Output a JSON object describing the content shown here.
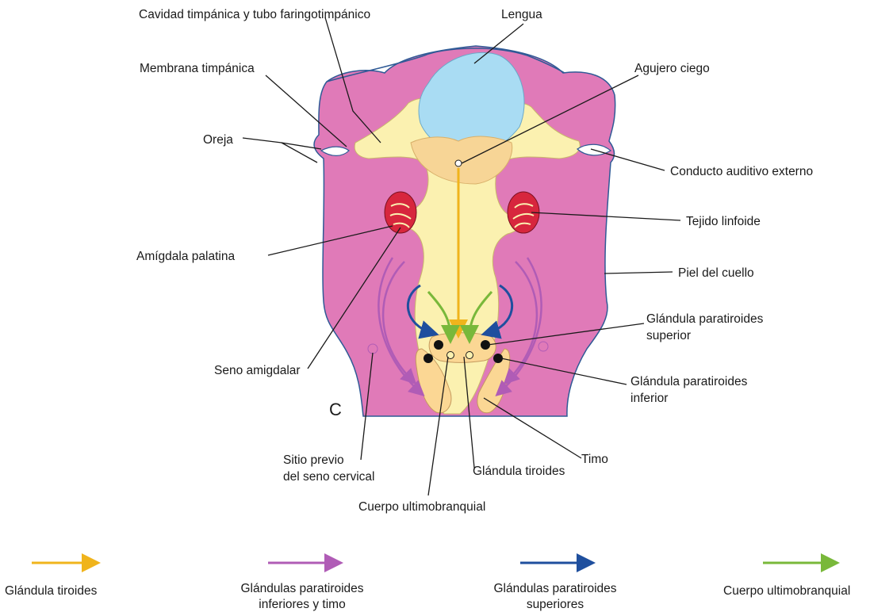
{
  "panel_letter": "C",
  "colors": {
    "neck_skin": "#e07ab8",
    "pharynx": "#fbf1b0",
    "tongue": "#a9dcf3",
    "foramen_area": "#f7d596",
    "tonsil": "#d7263d",
    "outline": "#2f5a96",
    "thyroid_arrow": "#f0b41c",
    "parathyroid_inferior_thymus_arrow": "#b05cb6",
    "parathyroid_superior_arrow": "#1f4f9e",
    "ultimobranchial_arrow": "#79b83a"
  },
  "labels": {
    "cavidad": "Cavidad timpánica y tubo faringotimpánico",
    "lengua": "Lengua",
    "membrana": "Membrana timpánica",
    "agujero": "Agujero ciego",
    "oreja": "Oreja",
    "conducto": "Conducto auditivo externo",
    "tejido": "Tejido linfoide",
    "amigdala": "Amígdala palatina",
    "piel": "Piel del cuello",
    "paratiroides_superior_1": "Glándula paratiroides",
    "paratiroides_superior_2": "superior",
    "seno_amigdalar": "Seno amigdalar",
    "paratiroides_inferior_1": "Glándula paratiroides",
    "paratiroides_inferior_2": "inferior",
    "sitio_1": "Sitio previo",
    "sitio_2": "del seno cervical",
    "timo": "Timo",
    "tiroides": "Glándula tiroides",
    "cuerpo": "Cuerpo ultimobranquial"
  },
  "legend": [
    {
      "line1": "Glándula tiroides",
      "line2": "",
      "color": "#f0b41c"
    },
    {
      "line1": "Glándulas paratiroides",
      "line2": "inferiores y timo",
      "color": "#b05cb6"
    },
    {
      "line1": "Glándulas paratiroides",
      "line2": "superiores",
      "color": "#1f4f9e"
    },
    {
      "line1": "Cuerpo ultimobranquial",
      "line2": "",
      "color": "#79b83a"
    }
  ]
}
